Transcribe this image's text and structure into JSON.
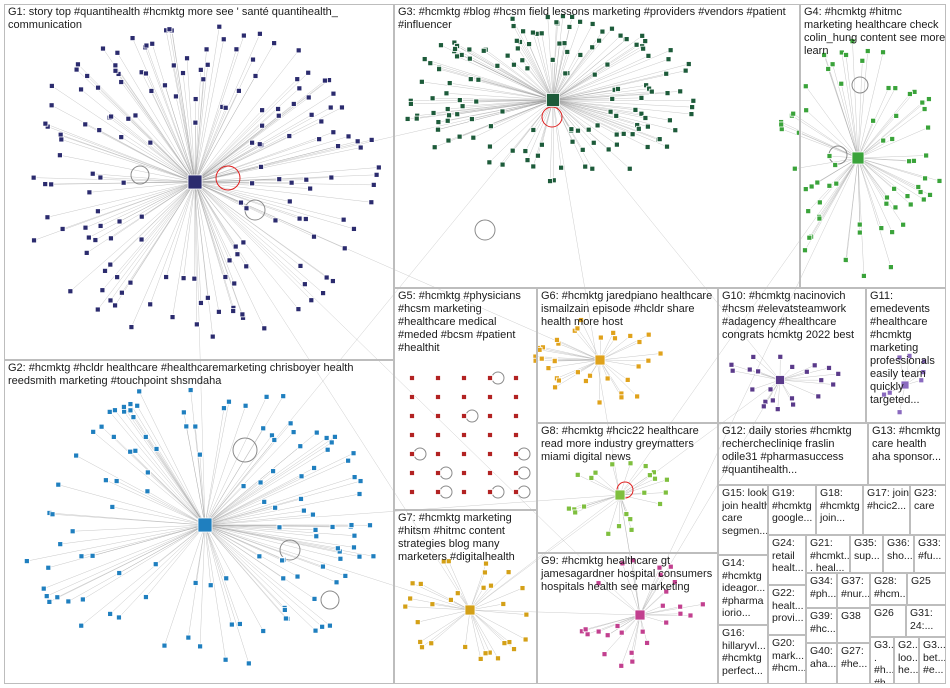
{
  "groups": [
    {
      "id": "G1",
      "label": "G1: story top #quantihealth #hcmktg more see ' santé quantihealth_ communication"
    },
    {
      "id": "G2",
      "label": "G2: #hcmktg #hcldr healthcare #healthcaremarketing chrisboyer health reedsmith marketing #touchpoint shsmdaha"
    },
    {
      "id": "G3",
      "label": "G3: #hcmktg #blog #hcsm field lessons marketing #providers #vendors #patient #influencer"
    },
    {
      "id": "G4",
      "label": "G4: #hcmktg #hitmc marketing healthcare check colin_hung content see more learn"
    },
    {
      "id": "G5",
      "label": "G5: #hcmktg #physicians #hcsm marketing #healthcare medical #meded #bcsm #patient #healthit"
    },
    {
      "id": "G6",
      "label": "G6: #hcmktg jaredpiano healthcare ismailzain episode #hcldr share health more host"
    },
    {
      "id": "G7",
      "label": "G7: #hcmktg marketing #hitsm #hitmc content strategies blog many marketers #digitalhealth"
    },
    {
      "id": "G8",
      "label": "G8: #hcmktg #hcic22 healthcare read more industry greymatters miami digital news"
    },
    {
      "id": "G9",
      "label": "G9: #hcmktg healthcare gt jamesagardner hospital consumers hospitals health see marketing"
    },
    {
      "id": "G10",
      "label": "G10: #hcmktg nacinovich #hcsm #elevatsteamwork #adagency #healthcare congrats hcmktg 2022 best"
    },
    {
      "id": "G11",
      "label": "G11: emedevents #healthcare #hcmktg marketing professionals easily team quickly targeted..."
    },
    {
      "id": "G12",
      "label": "G12: daily stories #hcmktg recherchecliniqe fraslin odile31 #pharmasuccess #quantihealth..."
    },
    {
      "id": "G13",
      "label": "G13: #hcmktg care health aha sponsor..."
    },
    {
      "id": "G14",
      "label": "G14: #hcmktg ideagor... #pharma iorio..."
    },
    {
      "id": "G15",
      "label": "G15: look join health care segmen..."
    },
    {
      "id": "G16",
      "label": "G16: hillaryvl... #hcmktg perfect..."
    },
    {
      "id": "G17",
      "label": "G17: join #hcic2..."
    },
    {
      "id": "G18",
      "label": "G18: #hcmktg join..."
    },
    {
      "id": "G19",
      "label": "G19: #hcmktg google..."
    },
    {
      "id": "G20",
      "label": "G20: mark... #hcm..."
    },
    {
      "id": "G21",
      "label": "G21: #hcmkt... heal..."
    },
    {
      "id": "G22",
      "label": "G22: healt... provi..."
    },
    {
      "id": "G23",
      "label": "G23: care"
    },
    {
      "id": "G24",
      "label": "G24: retail healt..."
    },
    {
      "id": "G25",
      "label": "G25"
    },
    {
      "id": "G26",
      "label": "G26"
    },
    {
      "id": "G27",
      "label": "G27: #he..."
    },
    {
      "id": "G28",
      "label": "G28: #hcm..."
    },
    {
      "id": "G29",
      "label": "G2... loo... he..."
    },
    {
      "id": "G30",
      "label": "G3... #h... #h..."
    },
    {
      "id": "G31",
      "label": "G31: 24:..."
    },
    {
      "id": "G32",
      "label": "G3... bet... #e..."
    },
    {
      "id": "G33",
      "label": "G33: #fu..."
    },
    {
      "id": "G34",
      "label": "G34: #ph..."
    },
    {
      "id": "G35",
      "label": "G35: sup..."
    },
    {
      "id": "G36",
      "label": "G36: sho..."
    },
    {
      "id": "G37",
      "label": "G37: #nur..."
    },
    {
      "id": "G38",
      "label": "G38"
    },
    {
      "id": "G39",
      "label": "G39: #hc..."
    },
    {
      "id": "G40",
      "label": "G40: aha..."
    }
  ],
  "colors": {
    "edge": "#9a9a9a",
    "border": "#bdbdbd",
    "G1": "#2b2b6e",
    "G2": "#1f7fbf",
    "G3": "#1d5b3a",
    "G4": "#3aa33a",
    "G5": "#b22222",
    "G6": "#e0a21b",
    "G7": "#d4a017",
    "G8": "#7fbf3f",
    "G9": "#c2408f",
    "G10": "#5a3a8a",
    "G11": "#8a6abf",
    "self_loop": "#e02020"
  }
}
